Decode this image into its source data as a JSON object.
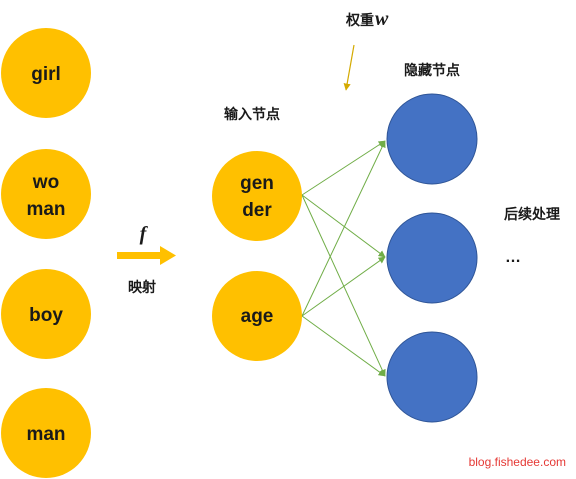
{
  "words": {
    "girl": "girl",
    "woman_line1": "wo",
    "woman_line2": "man",
    "boy": "boy",
    "man": "man"
  },
  "mapping": {
    "function_symbol": "f",
    "label": "映射"
  },
  "input_layer": {
    "title": "输入节点",
    "gender_line1": "gen",
    "gender_line2": "der",
    "age": "age"
  },
  "weights": {
    "label_prefix": "权重",
    "label_symbol": "w"
  },
  "hidden_layer": {
    "title": "隐藏节点"
  },
  "post_processing": {
    "label": "后续处理",
    "ellipsis": "…"
  },
  "watermark": "blog.fishedee.com",
  "colors": {
    "yellow_node": "#FFC000",
    "blue_node": "#4472C4",
    "blue_node_stroke": "#2F5597",
    "edge": "#70AD47",
    "arrow": "#FFC000",
    "weight_pointer": "#D4AA00",
    "watermark": "#E53935"
  }
}
